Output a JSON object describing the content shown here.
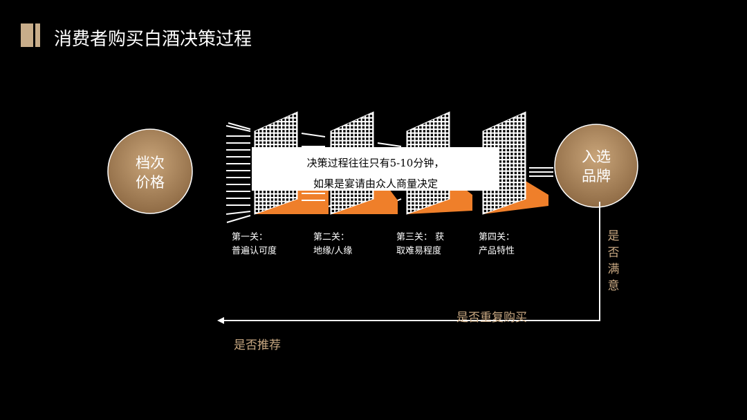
{
  "title": "消费者购买白酒决策过程",
  "left_circle": {
    "line1": "档次",
    "line2": "价格"
  },
  "right_circle": {
    "line1": "入选",
    "line2": "品牌"
  },
  "note": {
    "line1": "决策过程往往只有5-10分钟，",
    "line2": "如果是宴请由众人商量决定"
  },
  "stages": [
    {
      "line1": "第一关：",
      "line2": "普遍认可度"
    },
    {
      "line1": "第二关：",
      "line2": "地缘/人缘"
    },
    {
      "line1": "第三关：  获",
      "line2": "取难易程度"
    },
    {
      "line1": "第四关：",
      "line2": "产品特性"
    }
  ],
  "satisfaction": [
    "是",
    "否",
    "满",
    "意"
  ],
  "repurchase": "是否重复购买",
  "recommend": "是否推荐",
  "colors": {
    "accent_gold": "#c8a882",
    "filter_orange": "#ef7f2a",
    "circle_fill": "#a8835a"
  }
}
